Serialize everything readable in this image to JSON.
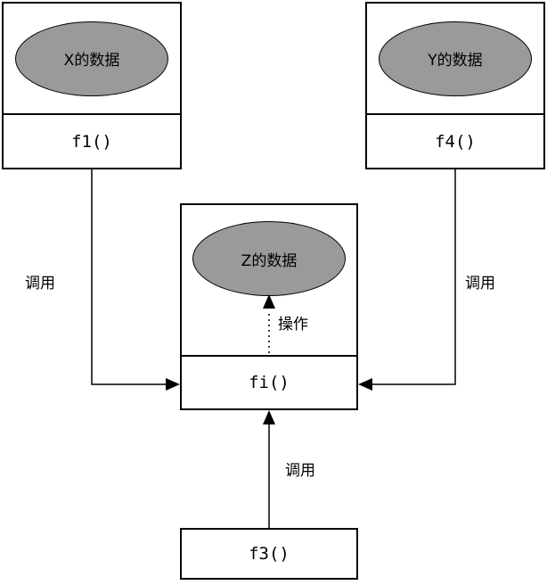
{
  "nodes": {
    "x": {
      "data_label": "X的数据",
      "func_label": "f1()"
    },
    "y": {
      "data_label": "Y的数据",
      "func_label": "f4()"
    },
    "z": {
      "data_label": "Z的数据",
      "func_label": "fi()"
    },
    "f3": {
      "func_label": "f3()"
    }
  },
  "edges": {
    "f1_to_fi": {
      "label": "调用",
      "style": "solid"
    },
    "f4_to_fi": {
      "label": "调用",
      "style": "solid"
    },
    "f3_to_fi": {
      "label": "调用",
      "style": "solid"
    },
    "fi_to_z": {
      "label": "操作",
      "style": "dotted"
    }
  },
  "colors": {
    "ellipse_fill": "#9a9a9a",
    "line": "#000000",
    "background": "#ffffff"
  }
}
